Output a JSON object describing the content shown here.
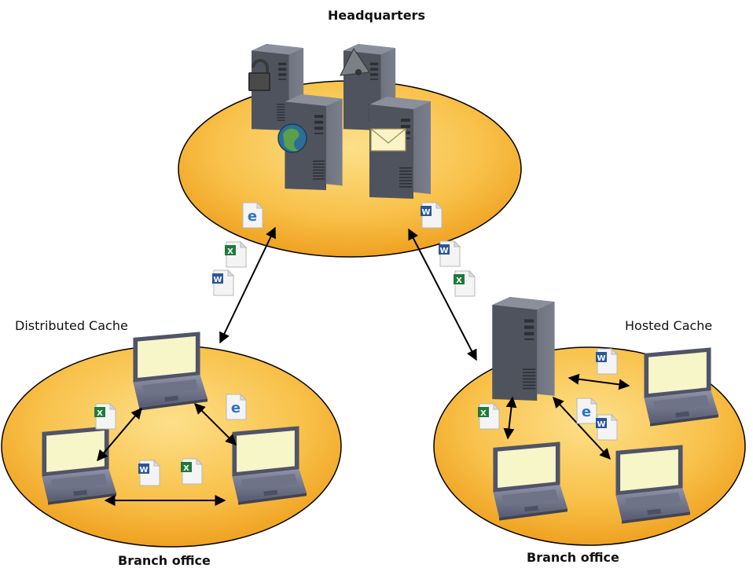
{
  "headquarters": {
    "title": "Headquarters"
  },
  "left_branch": {
    "cache_label": "Distributed Cache",
    "office_label": "Branch office"
  },
  "right_branch": {
    "cache_label": "Hosted Cache",
    "office_label": "Branch office"
  },
  "icons": {
    "server": "server-tower-icon",
    "lock": "padlock-icon",
    "globe": "globe-icon",
    "mail": "envelope-icon",
    "laptop": "laptop-icon",
    "ie": "internet-explorer-document-icon",
    "word": "word-document-icon",
    "excel": "excel-document-icon"
  },
  "colors": {
    "ellipse_light": "#fdd879",
    "ellipse_dark": "#f0a21e",
    "server_dark": "#3f434d",
    "laptop_screen": "#f6f6c8",
    "laptop_body": "#6b6f86",
    "arrow": "#000000"
  }
}
